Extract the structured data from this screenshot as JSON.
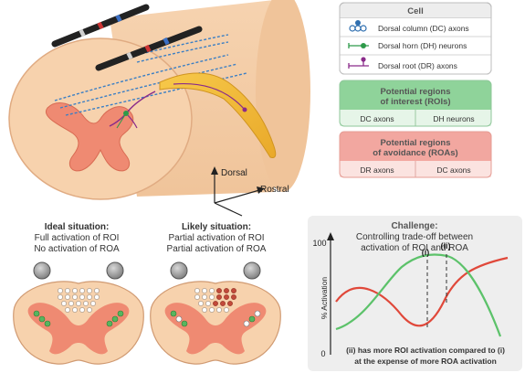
{
  "legend": {
    "title": "Cell",
    "items": [
      {
        "label": "Dorsal column (DC) axons",
        "color": "#2f6fb0"
      },
      {
        "label": "Dorsal horn (DH) neurons",
        "color": "#2e9a4a"
      },
      {
        "label": "Dorsal root (DR) axons",
        "color": "#8a2b8a"
      }
    ]
  },
  "roi": {
    "title_line1": "Potential regions",
    "title_line2": "of interest (ROIs)",
    "left": "DC axons",
    "right": "DH neurons",
    "color": "#8fd39a"
  },
  "roa": {
    "title_line1": "Potential regions",
    "title_line2": "of avoidance (ROAs)",
    "left": "DR axons",
    "right": "DC axons",
    "color": "#f2a7a0"
  },
  "axes_labels": {
    "dorsal": "Dorsal",
    "rostral": "Rostral"
  },
  "ideal": {
    "title": "Ideal situation:",
    "line1": "Full activation of ROI",
    "line2": "No activation of ROA"
  },
  "likely": {
    "title": "Likely situation:",
    "line1": "Partial activation of ROI",
    "line2": "Partial activation of ROA"
  },
  "challenge": {
    "title": "Challenge:",
    "line1": "Controlling trade-off between",
    "line2": "activation of ROI and ROA",
    "y_label": "% Activation",
    "y_top": "100",
    "y_bottom": "0",
    "mark_i": "(i)",
    "mark_ii": "(ii)",
    "foot1": "(ii) has more ROI activation compared to (i)",
    "foot2": "at the expense of more ROA activation",
    "roi_color": "#5cc26a",
    "roa_color": "#e0483a"
  }
}
